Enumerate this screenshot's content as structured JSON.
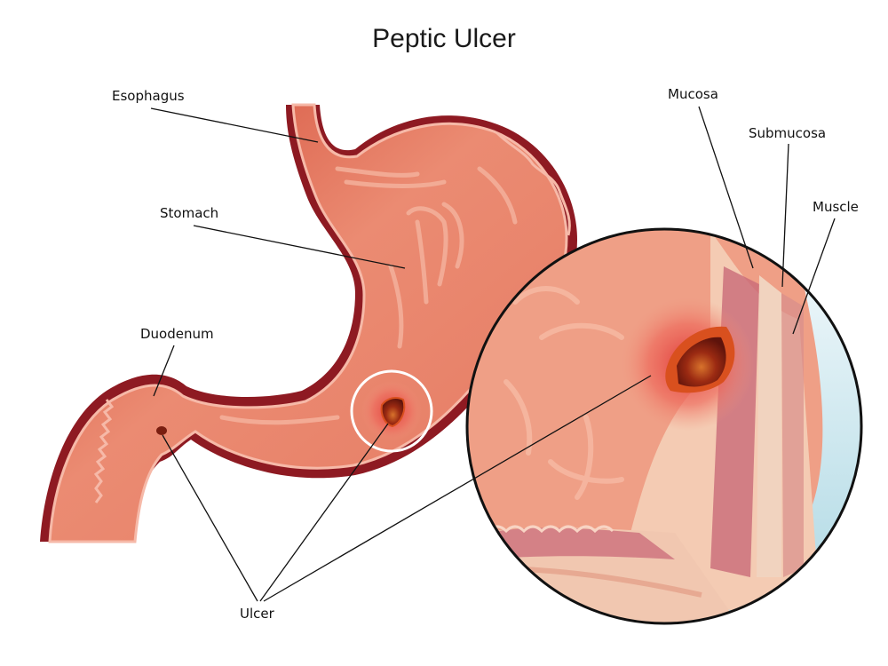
{
  "title": "Peptic Ulcer",
  "labels": {
    "esophagus": "Esophagus",
    "stomach": "Stomach",
    "duodenum": "Duodenum",
    "ulcer": "Ulcer",
    "mucosa": "Mucosa",
    "submucosa": "Submucosa",
    "muscle": "Muscle"
  },
  "colors": {
    "tissue": "#e8866e",
    "tissue_light": "#f2a58e",
    "tissue_dark": "#c8402f",
    "wall_dark": "#8e1a22",
    "lining": "#f6b9a8",
    "ulcer_core": "#7a1e10",
    "ulcer_rim": "#d9501e",
    "layer_cream": "#f6d2bc",
    "layer_pink": "#c96a78",
    "backdrop_blue": "#bfe1ea",
    "leader_line": "#111111"
  }
}
